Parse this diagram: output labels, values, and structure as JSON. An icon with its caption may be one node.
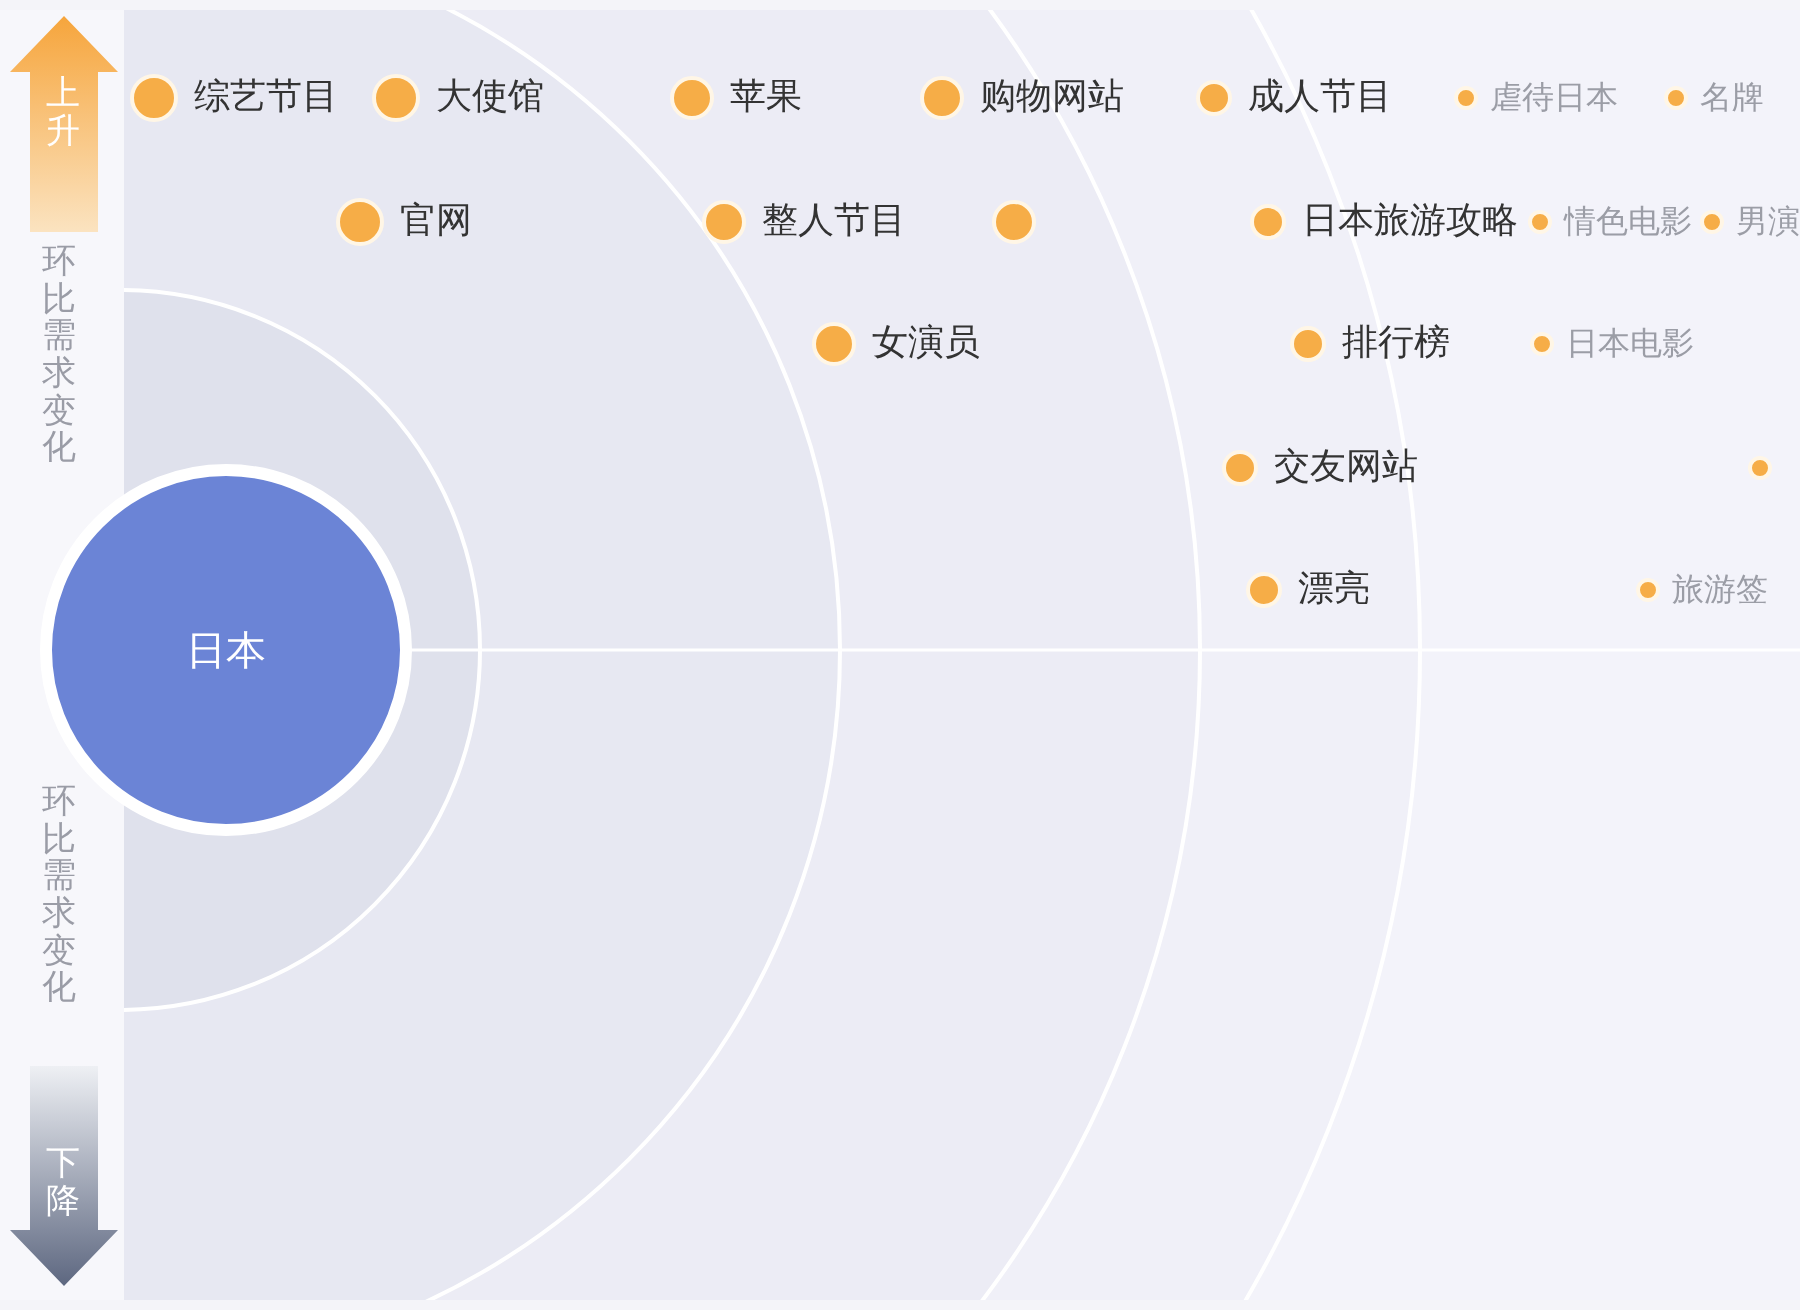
{
  "diagram": {
    "nodes": [
      {
        "text": [
          "上升"
        ]
      },
      {
        "text": [
          "下降"
        ]
      },
      {
        "text": [
          "日本"
        ]
      },
      {
        "text": [
          "综艺节目"
        ]
      },
      {
        "text": [
          "大使馆"
        ]
      },
      {
        "text": [
          "苹果"
        ]
      },
      {
        "text": [
          "购物网站"
        ]
      },
      {
        "text": [
          "成人节目"
        ]
      },
      {
        "text": [
          "虐待日本"
        ]
      },
      {
        "text": [
          "名牌"
        ]
      },
      {
        "text": [
          "官网"
        ]
      },
      {
        "text": [
          "整人节目"
        ]
      },
      {
        "text": [],
        "shape": "circle"
      },
      {
        "text": [
          "日本旅游攻略"
        ]
      },
      {
        "text": [
          "情色电影"
        ]
      },
      {
        "text": [
          "男演"
        ]
      },
      {
        "text": [
          "女演员"
        ]
      },
      {
        "text": [
          "排行榜"
        ]
      },
      {
        "text": [
          "日本电影"
        ]
      },
      {
        "text": [
          "交友网站"
        ]
      },
      {
        "text": [],
        "shape": "circle"
      },
      {
        "text": [
          "漂亮"
        ]
      },
      {
        "text": [
          "旅游签"
        ]
      }
    ],
    "labels": [
      "环比需求变化",
      "环比需求变化"
    ]
  }
}
